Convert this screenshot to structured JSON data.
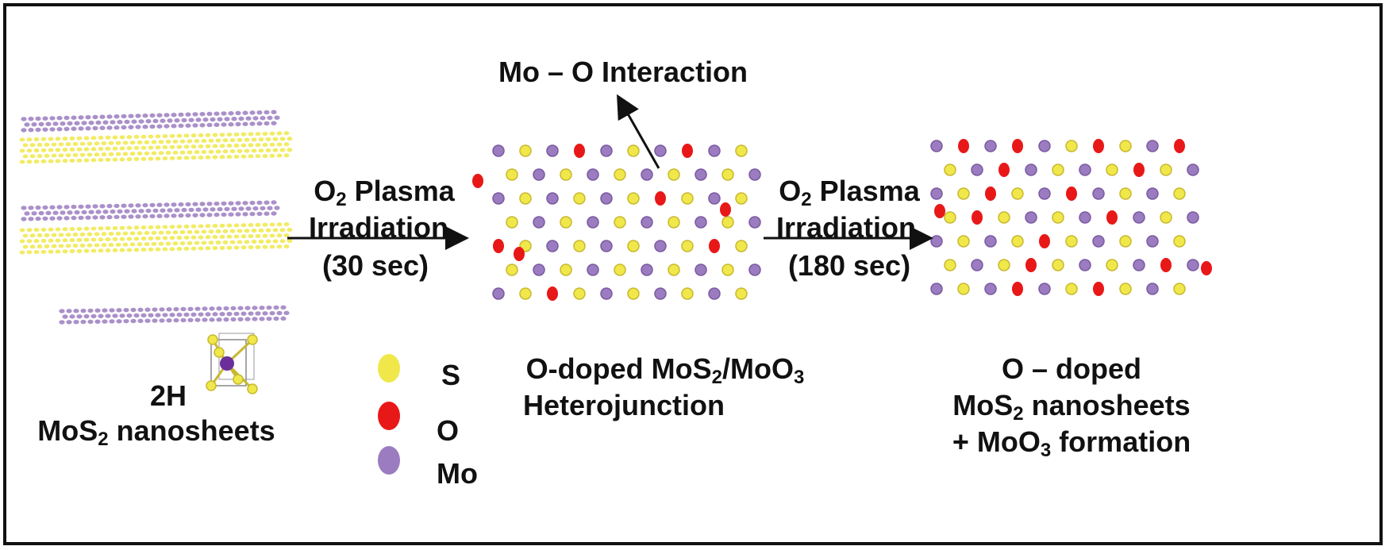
{
  "colors": {
    "S": "#f0e84a",
    "S_dark": "#c8b830",
    "O": "#e81818",
    "Mo": "#9b7cc0",
    "Mo_dark": "#6a2f9a",
    "bond": "#9a8a4a",
    "text": "#111111"
  },
  "labels": {
    "mo_o": "Mo – O  Interaction",
    "step1_gas": "O",
    "step1_gas_sub": "2",
    "step1_gas_rest": " Plasma",
    "step1_line2": "Irradiation",
    "step1_time": "(30 sec)",
    "step2_gas": "O",
    "step2_gas_sub": "2",
    "step2_gas_rest": " Plasma",
    "step2_line2": "Irradiation",
    "step2_time": "(180 sec)",
    "phase_2h": "2H",
    "mos2_prefix": "MoS",
    "mos2_sub": "2",
    "mos2_suffix": " nanosheets",
    "mid_l1_a": "O-doped MoS",
    "mid_l1_sub1": "2",
    "mid_l1_b": "/MoO",
    "mid_l1_sub2": "3",
    "mid_l2": "Heterojunction",
    "right_l1": "O – doped",
    "right_l2_a": "MoS",
    "right_l2_sub": "2",
    "right_l2_b": " nanosheets",
    "right_l3_a": "+ MoO",
    "right_l3_sub": "3",
    "right_l3_b": " formation"
  },
  "legend": [
    {
      "label": "S",
      "color_key": "S"
    },
    {
      "label": "O",
      "color_key": "O"
    },
    {
      "label": "Mo",
      "color_key": "Mo"
    }
  ]
}
